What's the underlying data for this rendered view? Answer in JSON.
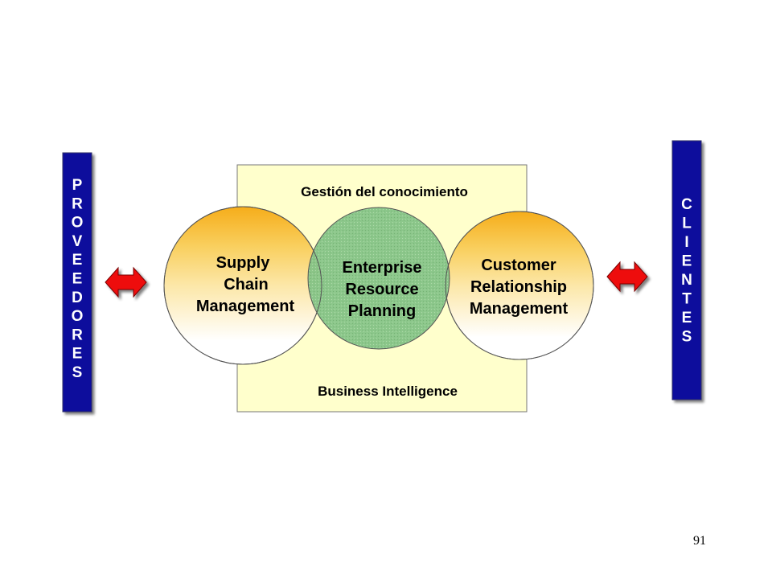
{
  "slide": {
    "page_number": "91"
  },
  "colors": {
    "side_bar": "#0a0a9c",
    "side_bar_text": "#ffffff",
    "background_box": "#ffffcc",
    "circle_orange_top": "#f7b21c",
    "circle_orange_mid": "#fbe39a",
    "circle_green": "#7fbf7f",
    "arrow_red": "#ee1111"
  },
  "diagram": {
    "suppliers_label": "PROVEEDORES",
    "clients_label": "CLIENTES",
    "box_top_label": "Gestión del conocimiento",
    "box_bottom_label": "Business Intelligence",
    "scm": {
      "line1": "Supply",
      "line2": "Chain",
      "line3": "Management"
    },
    "erp": {
      "line1": "Enterprise",
      "line2": "Resource",
      "line3": "Planning"
    },
    "crm": {
      "line1": "Customer",
      "line2": "Relationship",
      "line3": "Management"
    },
    "left_arrow_icon": "double-headed-arrow",
    "right_arrow_icon": "double-headed-arrow"
  }
}
